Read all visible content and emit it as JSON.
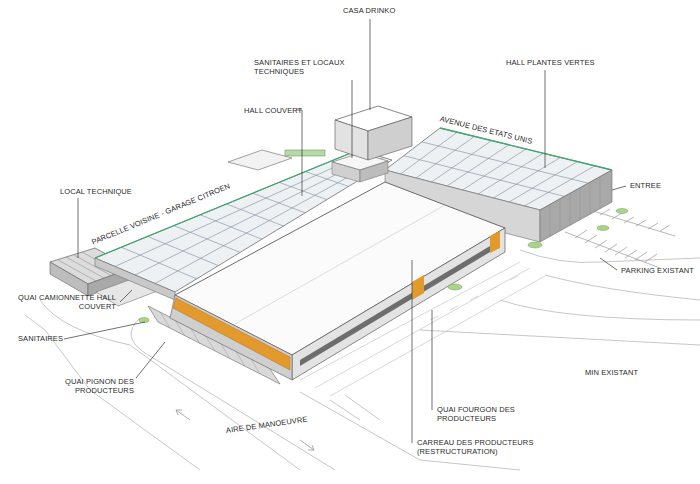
{
  "diagram": {
    "labels": [
      "CASA DRINKO",
      "SANITAIRES ET LOCAUX TECHNIQUES",
      "HALL PLANTES VERTES",
      "HALL COUVERT",
      "AVENUE DES ETATS UNIS",
      "LOCAL TECHNIQUE",
      "ENTREE",
      "PARCELLE VOISINE - GARAGE CITROEN",
      "PARKING EXISTANT",
      "QUAI CAMIONNETTE HALL COUVERT",
      "SANITAIRES",
      "QUAI PIGNON DES PRODUCTEURS",
      "MIN EXISTANT",
      "AIRE DE MANOEUVRE",
      "QUAI FOURGON DES PRODUCTEURS",
      "CARREAU DES PRODUCTEURS (RESTRUCTURATION)"
    ]
  }
}
